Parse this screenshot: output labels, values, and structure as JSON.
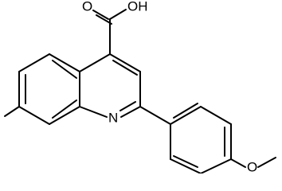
{
  "molecule": {
    "labels": {
      "carboxyl_oxygen": "O",
      "hydroxyl": "OH",
      "ring_nitrogen": "N",
      "ether_oxygen": "O"
    }
  }
}
